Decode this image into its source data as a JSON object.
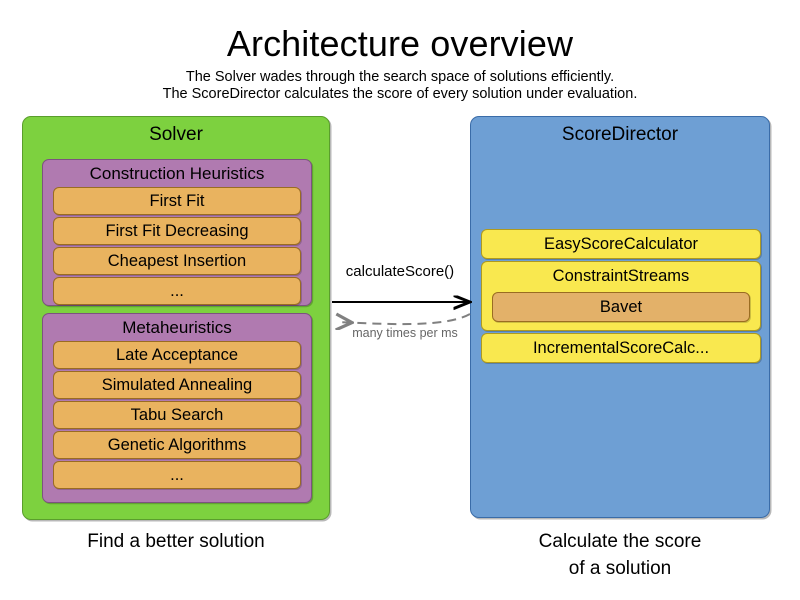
{
  "header": {
    "title": "Architecture overview",
    "subtitle_lines": [
      "The Solver wades through the search space of solutions efficiently.",
      "The ScoreDirector calculates the score of every solution under evaluation."
    ]
  },
  "solver": {
    "title": "Solver",
    "caption": "Find a better solution",
    "groups": [
      {
        "title": "Construction Heuristics",
        "items": [
          "First Fit",
          "First Fit Decreasing",
          "Cheapest Insertion",
          "..."
        ]
      },
      {
        "title": "Metaheuristics",
        "items": [
          "Late Acceptance",
          "Simulated Annealing",
          "Tabu Search",
          "Genetic Algorithms",
          "..."
        ]
      }
    ]
  },
  "score_director": {
    "title": "ScoreDirector",
    "caption_lines": [
      "Calculate the score",
      "of a solution"
    ],
    "calculators": [
      {
        "label": "EasyScoreCalculator"
      },
      {
        "label": "ConstraintStreams",
        "child": "Bavet"
      },
      {
        "label": "IncrementalScoreCalc..."
      }
    ]
  },
  "arrows": {
    "forward_label": "calculateScore()",
    "return_label": "many times per ms"
  },
  "colors": {
    "solver_green": "#7DD13F",
    "score_director_blue": "#6E9FD4",
    "group_purple": "#B07AB0",
    "item_orange": "#E9B35F",
    "calculator_yellow": "#F9E84F",
    "bavet_orange": "#E3B169",
    "arrow_solid": "#000000",
    "arrow_dashed": "#808080"
  }
}
